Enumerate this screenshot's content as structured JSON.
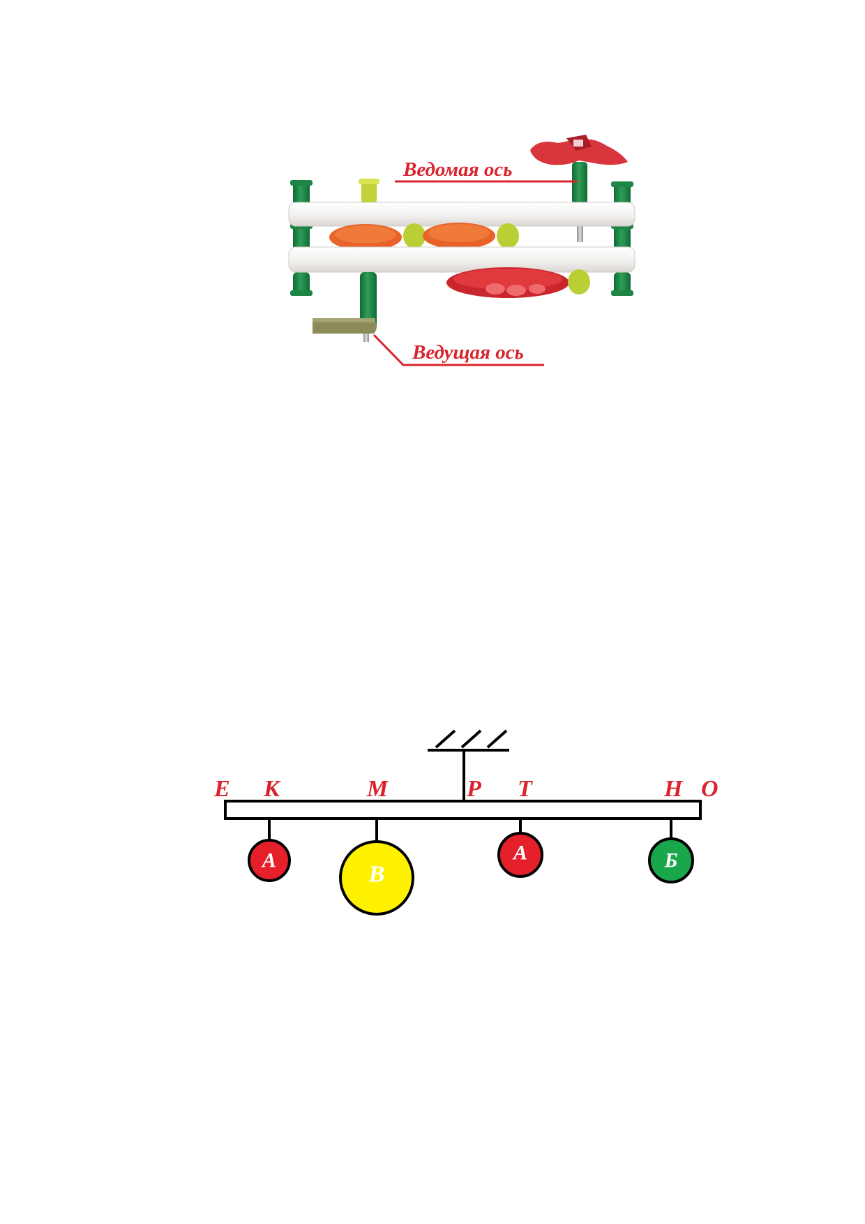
{
  "gearbox": {
    "driven_axis_label": "Ведомая ось",
    "driving_axis_label": "Ведущая ось",
    "label_color": "#d9232d"
  },
  "lever": {
    "point_labels": {
      "e": "Е",
      "k": "К",
      "m": "М",
      "r": "Р",
      "t": "Т",
      "n": "Н",
      "o": "О"
    },
    "weights": [
      {
        "label": "А",
        "fill": "#e5202b",
        "text_color": "#ffffff"
      },
      {
        "label": "В",
        "fill": "#fff200",
        "text_color": "#ffffff"
      },
      {
        "label": "А",
        "fill": "#e5202b",
        "text_color": "#ffffff"
      },
      {
        "label": "Б",
        "fill": "#1aa64a",
        "text_color": "#ffffff"
      }
    ],
    "label_color": "#d9232d"
  }
}
